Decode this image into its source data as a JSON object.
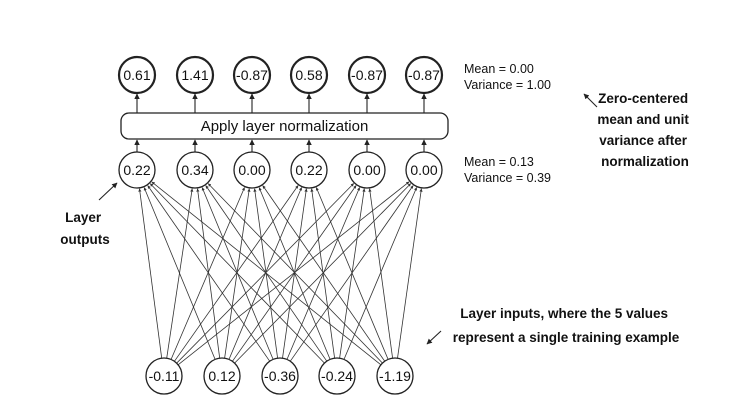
{
  "inputs": [
    "-0.11",
    "0.12",
    "-0.36",
    "-0.24",
    "-1.19"
  ],
  "layer_outputs": [
    "0.22",
    "0.34",
    "0.00",
    "0.22",
    "0.00",
    "0.00"
  ],
  "normalized_outputs": [
    "0.61",
    "1.41",
    "-0.87",
    "0.58",
    "-0.87",
    "-0.87"
  ],
  "normalization_box_label": "Apply layer normalization",
  "stats_after": {
    "mean": "Mean = 0.00",
    "variance": "Variance = 1.00"
  },
  "stats_before": {
    "mean": "Mean = 0.13",
    "variance": "Variance = 0.39"
  },
  "annotations": {
    "zero_centered": [
      "Zero-centered",
      "mean and unit",
      "variance after",
      "normalization"
    ],
    "layer_outputs": [
      "Layer",
      "outputs"
    ],
    "layer_inputs": [
      "Layer inputs, where the 5 values",
      "represent a single training example"
    ]
  }
}
